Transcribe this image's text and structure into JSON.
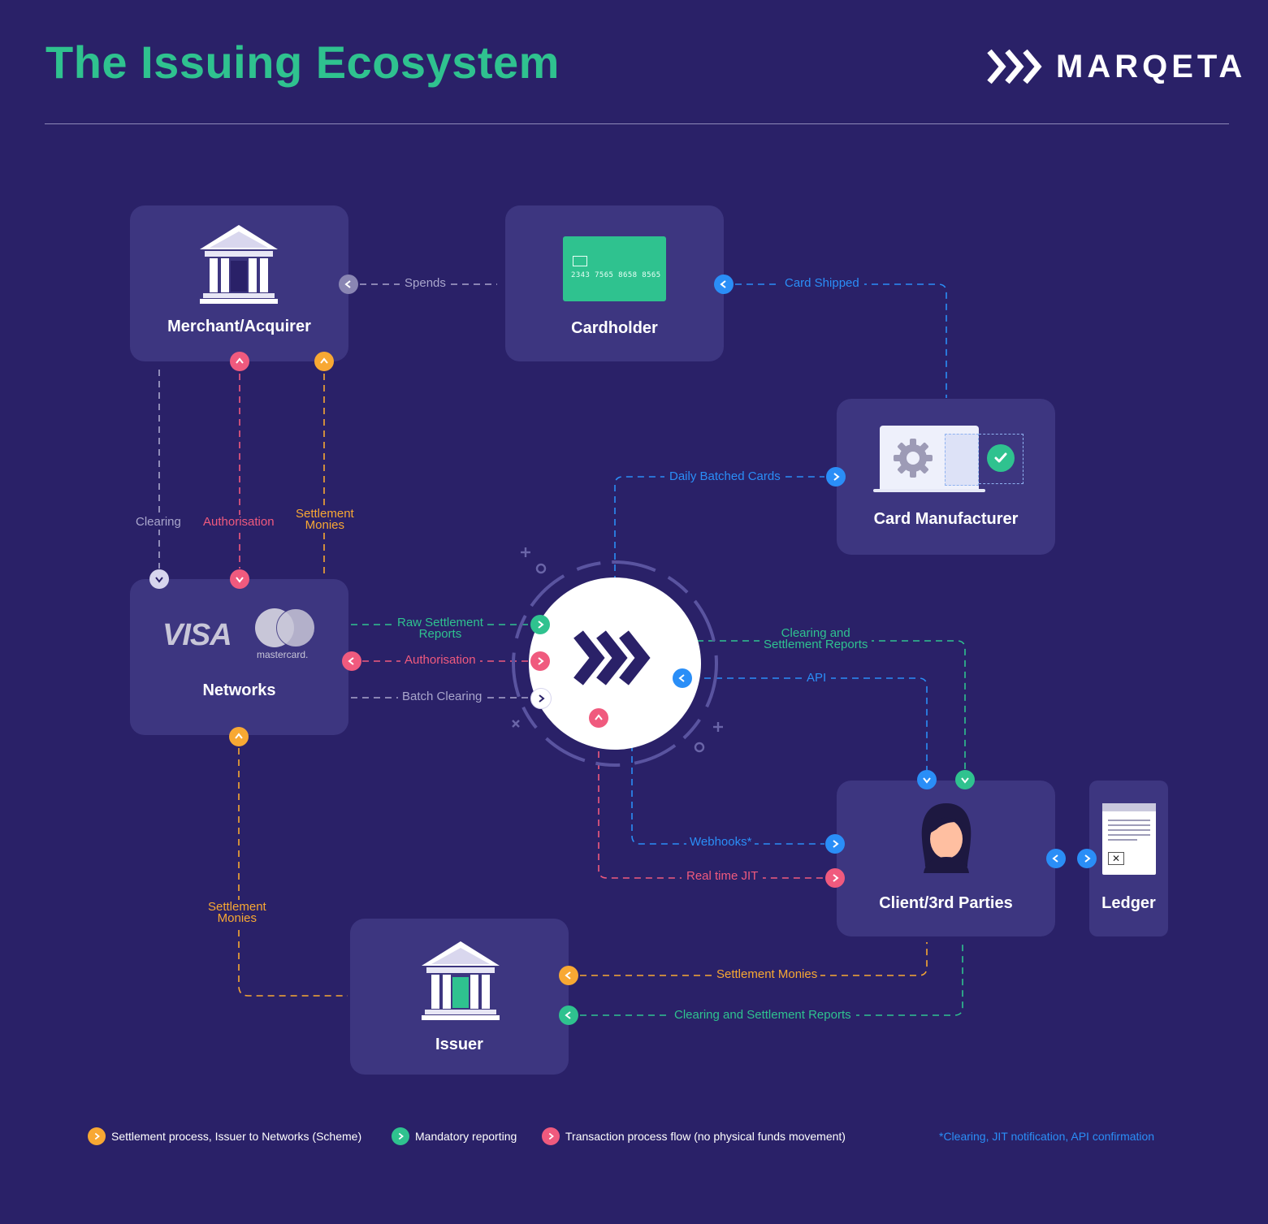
{
  "header": {
    "title": "The Issuing Ecosystem",
    "brand": "MARQETA"
  },
  "nodes": {
    "merchant": "Merchant/Acquirer",
    "cardholder": "Cardholder",
    "card_number": "2343 7565 8658 8565",
    "card_manufacturer": "Card Manufacturer",
    "networks": "Networks",
    "visa": "VISA",
    "mastercard": "mastercard.",
    "client": "Client/3rd Parties",
    "ledger": "Ledger",
    "issuer": "Issuer"
  },
  "edges": {
    "spends": "Spends",
    "card_shipped": "Card Shipped",
    "daily_batched_cards": "Daily Batched Cards",
    "clearing": "Clearing",
    "authorisation_top": "Authorisation",
    "settlement_monies_top_1": "Settlement",
    "settlement_monies_top_2": "Monies",
    "raw_settlement_1": "Raw Settlement",
    "raw_settlement_2": "Reports",
    "authorisation_mid": "Authorisation",
    "batch_clearing": "Batch Clearing",
    "clearing_settlement_1": "Clearing and",
    "clearing_settlement_2": "Settlement Reports",
    "api": "API",
    "webhooks": "Webhooks*",
    "realtime_jit": "Real time JIT",
    "settlement_monies_left_1": "Settlement",
    "settlement_monies_left_2": "Monies",
    "settlement_monies_bottom": "Settlement Monies",
    "clearing_reports_bottom": "Clearing and Settlement Reports"
  },
  "legend": {
    "orange": "Settlement process, Issuer to Networks (Scheme)",
    "green": "Mandatory reporting",
    "red": "Transaction process flow (no physical funds movement)",
    "footnote": "*Clearing, JIT notification, API confirmation"
  },
  "colors": {
    "background": "#2a2168",
    "node": "#3d3680",
    "title_green": "#2fc28f",
    "orange": "#f8a833",
    "green": "#2fc28f",
    "red": "#f05a7e",
    "blue": "#2a8ef7",
    "grey": "#a9a6cc"
  }
}
